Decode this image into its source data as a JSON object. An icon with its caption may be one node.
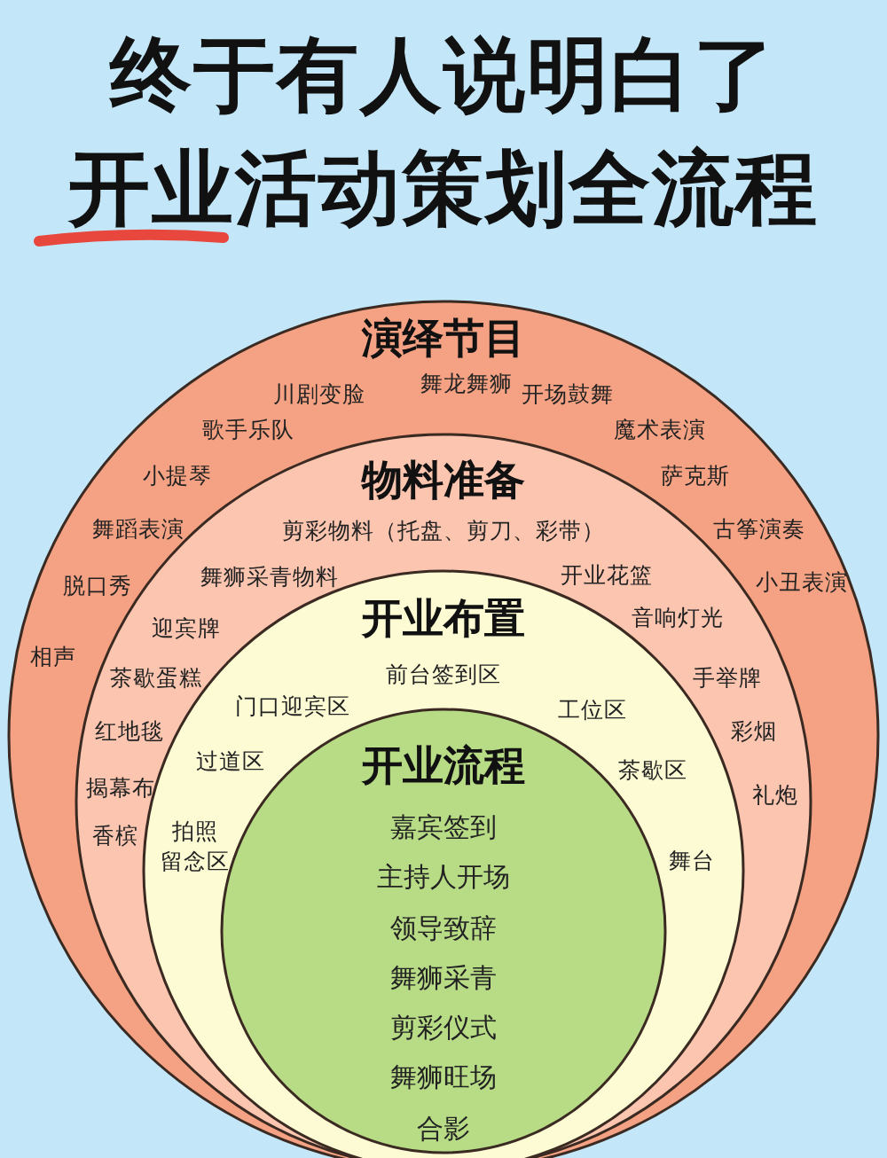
{
  "diagram": {
    "title": "终于有人说明白了开业活动策划全流程",
    "nodes": [
      {
        "text": [
          "演绎节目",
          "川剧变脸",
          "舞龙舞狮",
          "开场鼓舞",
          "歌手乐队",
          "魔术表演",
          "小提琴",
          "萨克斯",
          "舞蹈表演",
          "古筝演奏",
          "脱口秀",
          "小丑表演",
          "相声"
        ]
      },
      {
        "text": [
          "物料准备",
          "剪彩物料（托盘、剪刀、彩带）",
          "舞狮采青物料",
          "开业花篮",
          "迎宾牌",
          "音响灯光",
          "茶歇蛋糕",
          "手举牌",
          "红地毯",
          "彩烟",
          "揭幕布",
          "礼炮",
          "香槟"
        ],
        "in": 0
      },
      {
        "text": [
          "开业布置",
          "前台签到区",
          "门口迎宾区",
          "工位区",
          "过道区",
          "茶歇区",
          "拍照留念区",
          "舞台"
        ],
        "in": 1
      },
      {
        "text": [
          "开业流程",
          "嘉宾签到",
          "主持人开场",
          "领导致辞",
          "舞狮采青",
          "剪彩仪式",
          "舞狮旺场",
          "合影"
        ],
        "in": 2
      }
    ]
  }
}
